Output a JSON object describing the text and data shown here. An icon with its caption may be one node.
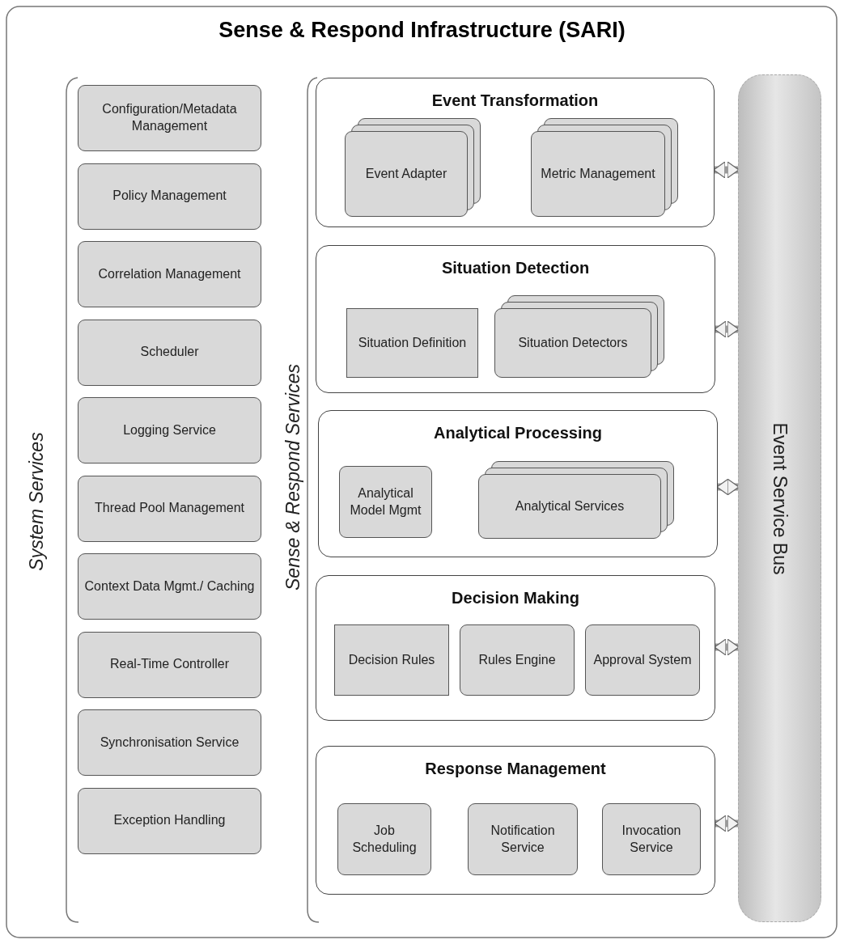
{
  "diagram": {
    "title": "Sense & Respond Infrastructure (SARI)",
    "nodes": [
      {
        "text": [
          "Configuration/Metadata Management"
        ]
      },
      {
        "text": [
          "Policy Management"
        ]
      },
      {
        "text": [
          "Correlation Management"
        ]
      },
      {
        "text": [
          "Scheduler"
        ]
      },
      {
        "text": [
          "Logging Service"
        ]
      },
      {
        "text": [
          "Thread Pool Management"
        ]
      },
      {
        "text": [
          "Context Data Mgmt./ Caching"
        ]
      },
      {
        "text": [
          "Real-Time Controller"
        ]
      },
      {
        "text": [
          "Synchronisation Service"
        ]
      },
      {
        "text": [
          "Exception Handling"
        ]
      },
      {
        "text": [
          "Event Transformation"
        ]
      },
      {
        "text": [
          "Event Adapter"
        ],
        "in": 10
      },
      {
        "text": [
          "Metric Management"
        ],
        "in": 10
      },
      {
        "text": [
          "Situation Detection"
        ]
      },
      {
        "text": [
          "Situation Definition"
        ],
        "in": 13
      },
      {
        "text": [
          "Situation Detectors"
        ],
        "in": 13
      },
      {
        "text": [
          "Analytical Processing"
        ]
      },
      {
        "text": [
          "Analytical Model Mgmt"
        ],
        "in": 16
      },
      {
        "text": [
          "Analytical Services"
        ],
        "in": 16
      },
      {
        "text": [
          "Decision Making"
        ]
      },
      {
        "text": [
          "Decision Rules"
        ],
        "in": 19
      },
      {
        "text": [
          "Rules Engine"
        ],
        "in": 19
      },
      {
        "text": [
          "Approval System"
        ],
        "in": 19
      },
      {
        "text": [
          "Response Management"
        ]
      },
      {
        "text": [
          "Job Scheduling"
        ],
        "in": 23
      },
      {
        "text": [
          "Notification Service"
        ],
        "in": 23
      },
      {
        "text": [
          "Invocation Service"
        ],
        "in": 23
      },
      {
        "text": [
          "Event Service Bus"
        ]
      }
    ],
    "edges": [
      {
        "from": 10,
        "to": 27,
        "arrow": "both"
      },
      {
        "from": 13,
        "to": 27,
        "arrow": "both"
      },
      {
        "from": 16,
        "to": 27,
        "arrow": "both"
      },
      {
        "from": 19,
        "to": 27,
        "arrow": "both"
      },
      {
        "from": 23,
        "to": 27,
        "arrow": "both"
      }
    ],
    "labels": [
      "System Services",
      "Sense & Respond Services"
    ]
  }
}
